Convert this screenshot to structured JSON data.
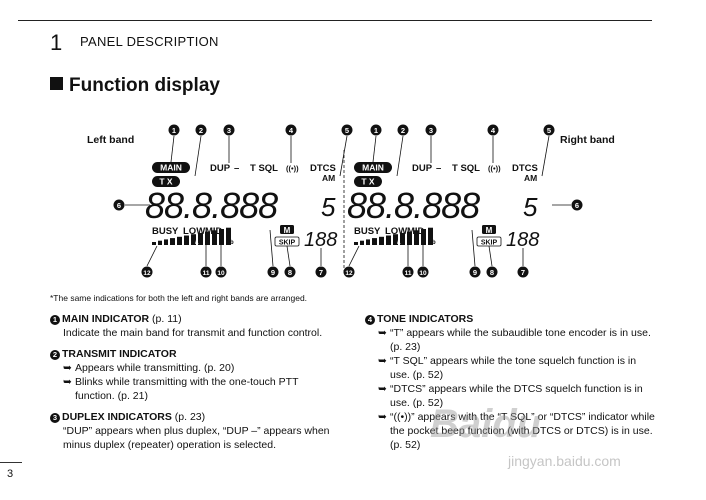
{
  "header": {
    "chapter_number": "1",
    "chapter_title": "PANEL DESCRIPTION"
  },
  "section_title": "Function display",
  "display": {
    "left_band_label": "Left band",
    "right_band_label": "Right band",
    "callouts_top": [
      "1",
      "2",
      "3",
      "4",
      "5"
    ],
    "callouts_bottom": [
      "12",
      "11",
      "10",
      "9",
      "8",
      "7"
    ],
    "callout_side": "6",
    "lcd": {
      "main": "MAIN",
      "tx": "T X",
      "dup": "DUP",
      "dup_minus": "–",
      "tsql": "T SQL",
      "beep": "((•))",
      "dtcs": "DTCS",
      "am": "AM",
      "freq": "88.8.888",
      "suffix": "5",
      "busy": "BUSY",
      "low": "LOW",
      "mid": "MID",
      "m": "M",
      "skip": "SKIP",
      "memch": "188",
      "meter_a": "a",
      "meter_b": "b"
    }
  },
  "footnote": "*The same indications for both the left and right bands are arranged.",
  "items": [
    {
      "num": "1",
      "title": "MAIN INDICATOR",
      "page": " (p. 11)",
      "body": "Indicate the main band for transmit and function control."
    },
    {
      "num": "2",
      "title": "TRANSMIT INDICATOR",
      "bullets": [
        "Appears while transmitting. (p. 20)",
        "Blinks while transmitting with the one-touch PTT function. (p. 21)"
      ]
    },
    {
      "num": "3",
      "title": "DUPLEX INDICATORS",
      "page": " (p. 23)",
      "body": "“DUP” appears when plus duplex, “DUP –” appears when minus duplex (repeater) operation is selected."
    },
    {
      "num": "4",
      "title": "TONE INDICATORS",
      "bullets": [
        "“T” appears while the subaudible tone encoder is in use. (p. 23)",
        "“T SQL” appears while the tone squelch function is in use. (p. 52)",
        "“DTCS” appears while the DTCS squelch function is in use. (p. 52)",
        "“((•))” appears with the “T SQL” or “DTCS” indicator while the pocket beep function (with DTCS or DTCS) is in use. (p. 52)"
      ]
    }
  ],
  "page_number": "3",
  "watermark": {
    "logo": "Baidu",
    "url": "jingyan.baidu.com"
  }
}
